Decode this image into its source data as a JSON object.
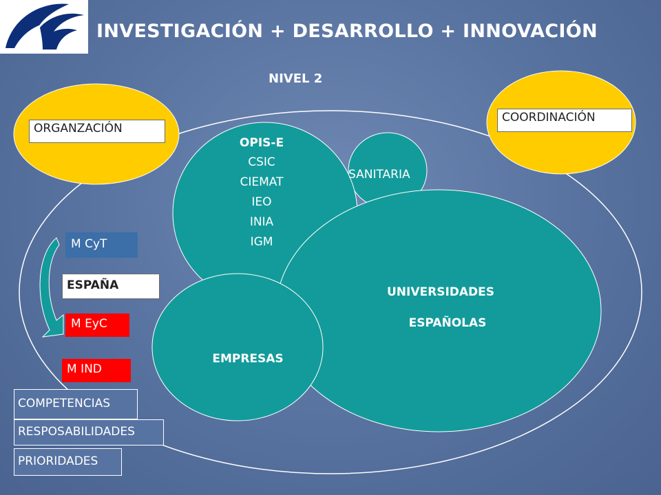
{
  "header": {
    "title": "INVESTIGACIÓN + DESARROLLO + INNOVACIÓN",
    "subtitle": "NIVEL 2"
  },
  "colors": {
    "background": "#5b77a5",
    "teal": "#139b9b",
    "yellow": "#ffcc00",
    "steel_blue": "#3c6ea8",
    "red": "#ff0000",
    "white": "#ffffff"
  },
  "icons": {
    "logo": "wave-logo-icon",
    "arrow": "cycle-arrow-icon"
  },
  "nodes": {
    "organizacion": "ORGANZACIÓN",
    "coordinacion": "COORDINACIÓN",
    "opis": {
      "heading": "OPIS-E",
      "items": [
        "CSIC",
        "CIEMAT",
        "IEO",
        "INIA",
        "IGM"
      ]
    },
    "sanitaria": "SANITARIA",
    "universidades": {
      "line1": "UNIVERSIDADES",
      "line2": "ESPAÑOLAS"
    },
    "empresas": "EMPRESAS"
  },
  "side_labels": {
    "m_cyt": "M CyT",
    "espana": "ESPAÑA",
    "m_eyc": "M EyC",
    "m_ind": "M IND"
  },
  "bottom_labels": [
    "COMPETENCIAS",
    "RESPOSABILIDADES",
    "PRIORIDADES"
  ]
}
